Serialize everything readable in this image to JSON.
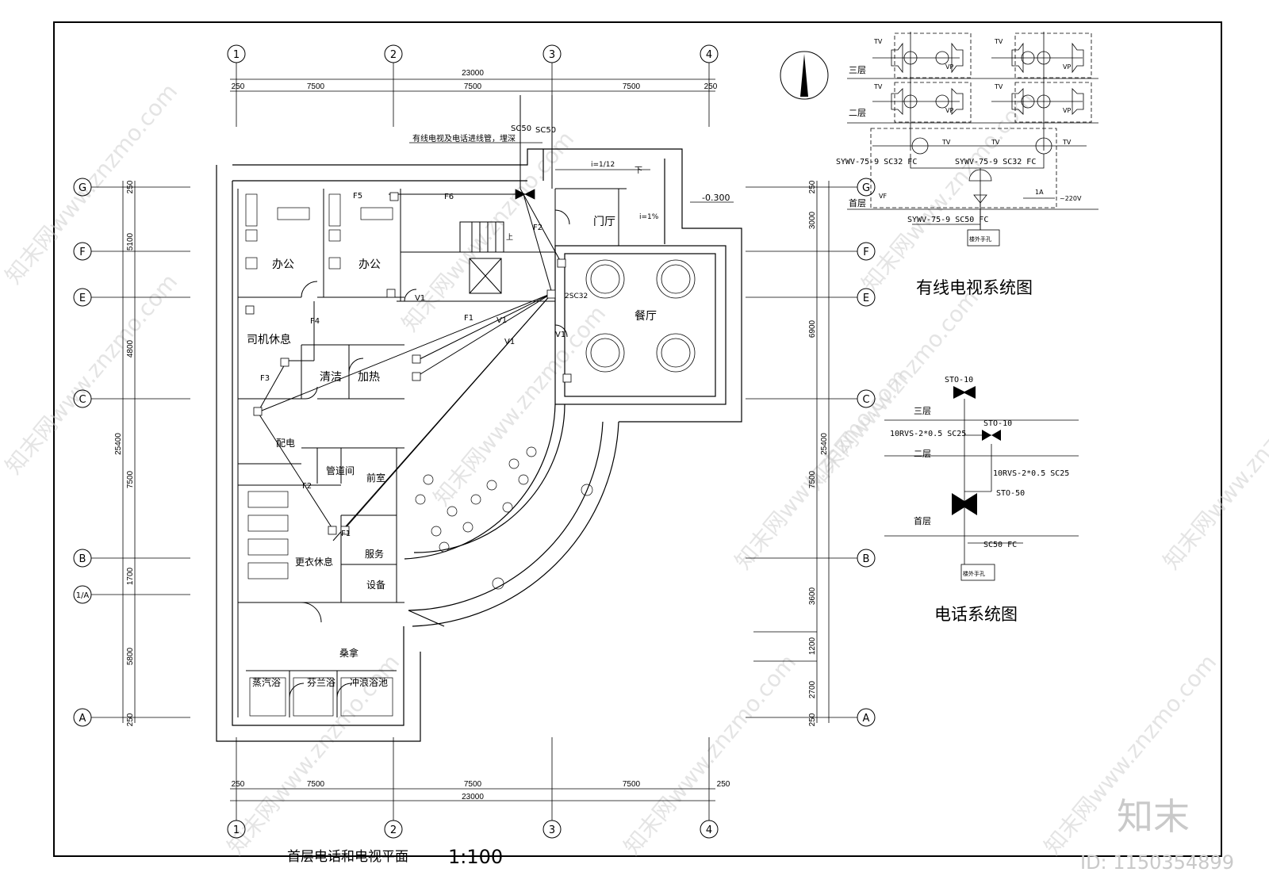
{
  "plan": {
    "title": "首层电话和电视平面",
    "scale": "1:100",
    "axes": {
      "cols": [
        "1",
        "2",
        "3",
        "4"
      ],
      "rows": [
        "G",
        "F",
        "E",
        "C",
        "B",
        "1/A",
        "A"
      ]
    },
    "dims_top": {
      "total": "23000",
      "spans": [
        "7500",
        "7500",
        "7500"
      ],
      "edge": "250"
    },
    "dims_bottom": {
      "total": "23000",
      "spans": [
        "7500",
        "7500",
        "7500"
      ],
      "edge": "250"
    },
    "dims_left": {
      "total": "25400",
      "spans": [
        "250",
        "5100",
        "4800",
        "7500",
        "1700",
        "5800",
        "250"
      ]
    },
    "dims_right": {
      "total": "25400",
      "spans": [
        "250",
        "3000",
        "6900",
        "7500",
        "3600",
        "1200",
        "2700",
        "250"
      ]
    },
    "rooms": {
      "office1": "办公",
      "office2": "办公",
      "driver_rest": "司机休息",
      "cleaning": "清洁",
      "heating": "加热",
      "power": "配电",
      "pipe_room": "管道间",
      "front_room": "前室",
      "changing_rest": "更衣休息",
      "service": "服务",
      "equipment": "设备",
      "sauna": "桑拿",
      "steam_bath": "蒸汽浴",
      "finnish_bath": "芬兰浴",
      "jet_pool": "冲浪浴池",
      "lobby": "门厅",
      "dining": "餐厅"
    },
    "notes": {
      "incoming": "有线电视及电话进线管，埋深",
      "sc50a": "SC50",
      "sc50b": "SC50",
      "slope1": "i=1/12",
      "slope2": "i=1%",
      "down": "下",
      "up": "上",
      "level": "-0.300",
      "sc32": "2SC32"
    },
    "wires": {
      "f1": "F1",
      "f2": "F2",
      "f3": "F3",
      "f4": "F4",
      "f5": "F5",
      "f6": "F6",
      "v1": "V1"
    }
  },
  "tv_system": {
    "title": "有线电视系统图",
    "floors": [
      "三层",
      "二层",
      "首层"
    ],
    "tv": "TV",
    "vp": "VP",
    "vf": "VF",
    "cable1": "SYWV-75-9 SC32 FC",
    "cable2": "SYWV-75-9 SC32 FC",
    "cable3": "SYWV-75-9 SC50 FC",
    "fuse": "1A",
    "power": "~220V",
    "outdoor_box": "楼外手孔"
  },
  "phone_system": {
    "title": "电话系统图",
    "floors": [
      "三层",
      "二层",
      "首层"
    ],
    "box1": "STO-10",
    "box2": "STO-10",
    "box3": "STO-50",
    "cable1": "10RVS-2*0.5 SC25",
    "cable2": "10RVS-2*0.5 SC25",
    "cable3": "SC50 FC",
    "outdoor_box": "楼外手孔"
  },
  "branding": {
    "logo": "知末",
    "id_label": "ID: 1150354899",
    "watermark": "知末网www.znzmo.com"
  }
}
